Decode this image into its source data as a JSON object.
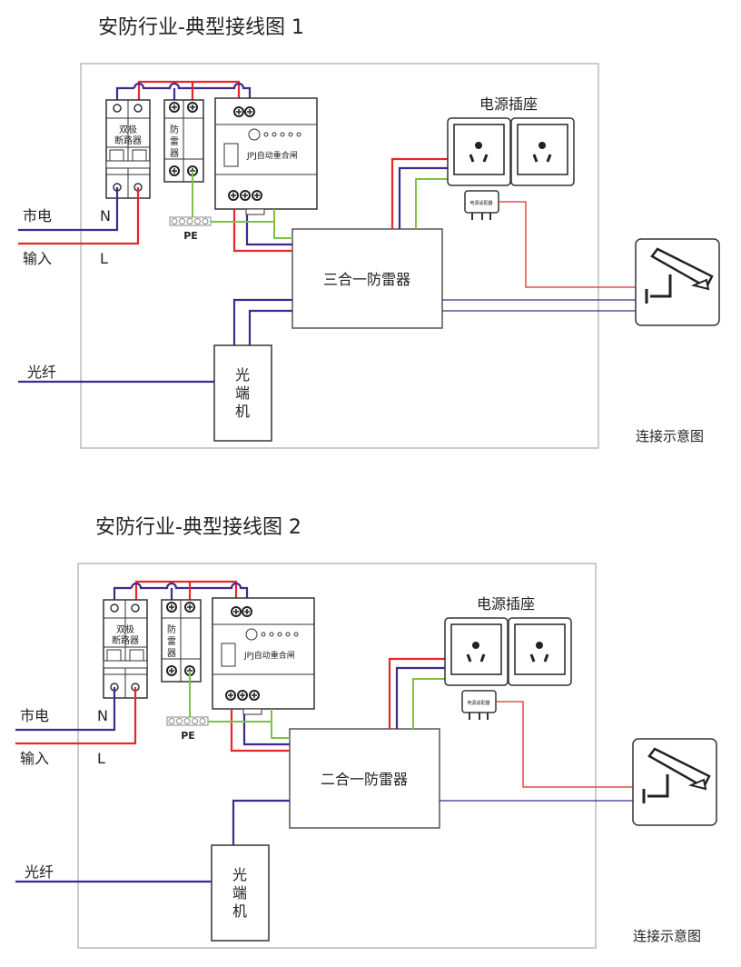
{
  "diagrams": [
    {
      "title": "安防行业-典型接线图 1",
      "mains_label": "市电",
      "input_label": "输入",
      "n_label": "N",
      "l_label": "L",
      "breaker_label": [
        "双极",
        "断路器"
      ],
      "spd_label": [
        "防",
        "雷",
        "器"
      ],
      "recloser_label": "JPJ自动重合闸",
      "pe_label": "PE",
      "protector_label": "三合一防雷器",
      "socket_label": "电源插座",
      "adapter_label": "电源适配器",
      "fiber_label": "光纤",
      "transceiver_label": [
        "光",
        "端",
        "机"
      ],
      "caption": "连接示意图",
      "signal_lines": 2
    },
    {
      "title": "安防行业-典型接线图 2",
      "mains_label": "市电",
      "input_label": "输入",
      "n_label": "N",
      "l_label": "L",
      "breaker_label": [
        "双极",
        "断路器"
      ],
      "spd_label": [
        "防",
        "雷",
        "器"
      ],
      "recloser_label": "JPJ自动重合闸",
      "pe_label": "PE",
      "protector_label": "二合一防雷器",
      "socket_label": "电源插座",
      "adapter_label": "电源适配器",
      "fiber_label": "光纤",
      "transceiver_label": [
        "光",
        "端",
        "机"
      ],
      "caption": "连接示意图",
      "signal_lines": 1
    }
  ],
  "colors": {
    "live": "#e8262b",
    "neutral": "#3d2a8c",
    "earth": "#7dc242",
    "frame": "#bbbbbb",
    "outline": "#555555"
  }
}
